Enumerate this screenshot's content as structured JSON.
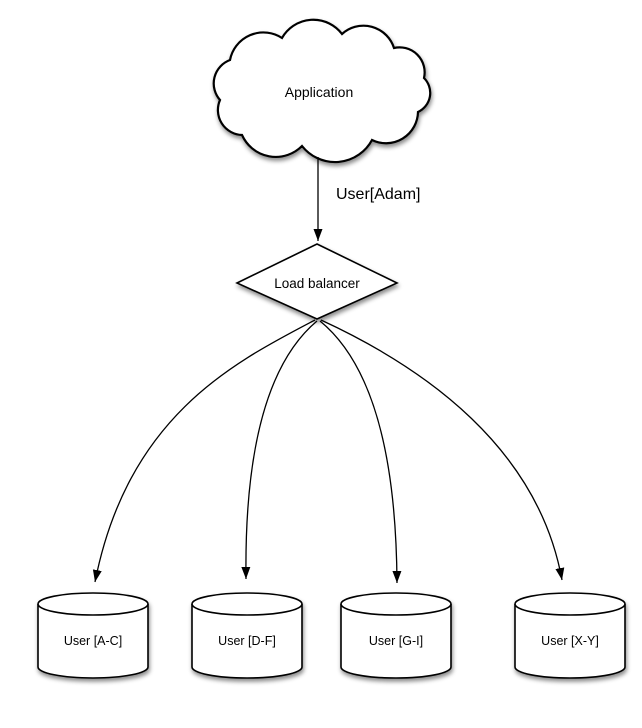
{
  "nodes": {
    "application": {
      "label": "Application",
      "shape": "cloud"
    },
    "load_balancer": {
      "label": "Load balancer",
      "shape": "diamond"
    }
  },
  "edges": {
    "app_to_lb": {
      "label": "User[Adam]"
    }
  },
  "databases": [
    {
      "label": "User [A-C]",
      "shape": "cylinder"
    },
    {
      "label": "User [D-F]",
      "shape": "cylinder"
    },
    {
      "label": "User [G-I]",
      "shape": "cylinder"
    },
    {
      "label": "User [X-Y]",
      "shape": "cylinder"
    }
  ],
  "colors": {
    "background": "#ffffff",
    "shape_fill": "#ffffff",
    "stroke": "#000000",
    "text": "#000000"
  }
}
